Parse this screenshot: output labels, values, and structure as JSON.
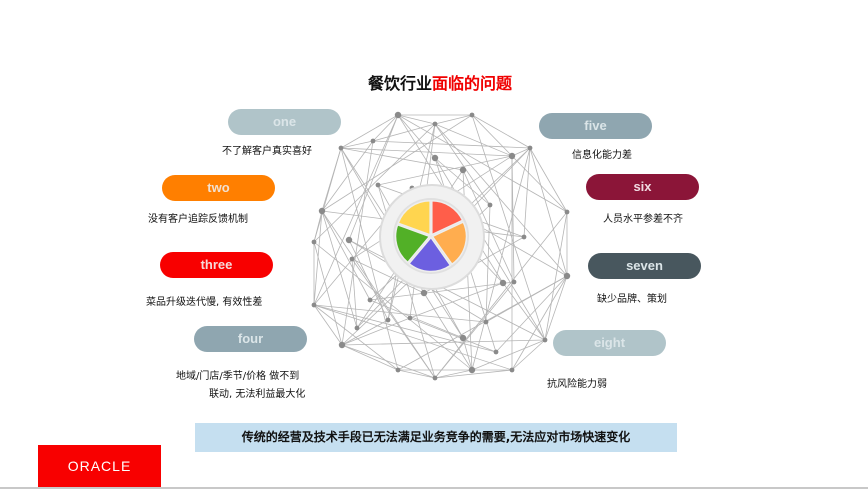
{
  "title": {
    "part1": "餐饮行业",
    "part2": "面临的问题"
  },
  "items": [
    {
      "label": "one",
      "caption": "不了解客户真实喜好",
      "color": "#b0c4c9",
      "text_color": "#dbe5e8"
    },
    {
      "label": "two",
      "caption": "没有客户追踪反馈机制",
      "color": "#ff7f00",
      "text_color": "#f2e0d0"
    },
    {
      "label": "three",
      "caption": "菜品升级迭代慢, 有效性差",
      "color": "#f80000",
      "text_color": "#f5dada"
    },
    {
      "label": "four",
      "caption": "地域/门店/季节/价格 做不到",
      "caption2": "联动, 无法利益最大化",
      "color": "#8fa6b0",
      "text_color": "#dbe5e8"
    },
    {
      "label": "five",
      "caption": "信息化能力差",
      "color": "#8fa6b0",
      "text_color": "#dbe5e8"
    },
    {
      "label": "six",
      "caption": "人员水平参差不齐",
      "color": "#8b1538",
      "text_color": "#f0dbe2"
    },
    {
      "label": "seven",
      "caption": "缺少品牌、策划",
      "color": "#48575e",
      "text_color": "#dbe5e8"
    },
    {
      "label": "eight",
      "caption": "抗风险能力弱",
      "color": "#b0c4c9",
      "text_color": "#dbe5e8"
    }
  ],
  "banner": "传统的经营及技术手段已无法满足业务竞争的需要,无法应对市场快速变化",
  "logo": "ORACLE",
  "pie_colors": [
    "#ff5e4a",
    "#ffad4f",
    "#6c5fe0",
    "#52b027",
    "#ffd54f"
  ]
}
